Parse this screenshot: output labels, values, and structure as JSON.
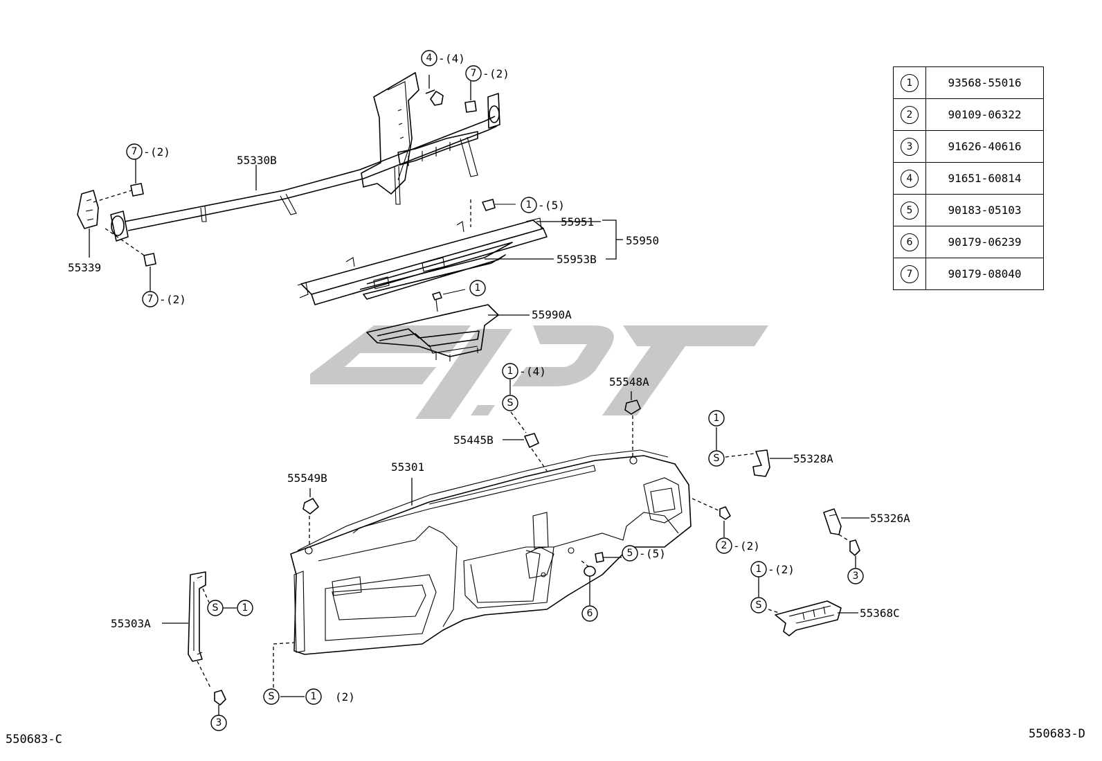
{
  "labels": {
    "l55330B": "55330B",
    "l55339": "55339",
    "l55951": "55951",
    "l55950": "55950",
    "l55953B": "55953B",
    "l55990A": "55990A",
    "l55548A": "55548A",
    "l55445B": "55445B",
    "l55328A": "55328A",
    "l55301": "55301",
    "l55549B": "55549B",
    "l55326A": "55326A",
    "l55303A": "55303A",
    "l55368C": "55368C"
  },
  "callouts": {
    "q4_4": "(4)",
    "q7_2a": "(2)",
    "q7_2b": "(2)",
    "q7_2c": "(2)",
    "q1_5": "(5)",
    "q1_4": "(4)",
    "q2_2": "(2)",
    "q5_5": "(5)",
    "q1_2a": "(2)",
    "q1_2b": "(2)",
    "n1": "1",
    "n2": "2",
    "n3": "3",
    "n4": "4",
    "n5": "5",
    "n6": "6",
    "n7": "7",
    "s": "S"
  },
  "legend": [
    {
      "key": "1",
      "part": "93568-55016"
    },
    {
      "key": "2",
      "part": "90109-06322"
    },
    {
      "key": "3",
      "part": "91626-40616"
    },
    {
      "key": "4",
      "part": "91651-60814"
    },
    {
      "key": "5",
      "part": "90183-05103"
    },
    {
      "key": "6",
      "part": "90179-06239"
    },
    {
      "key": "7",
      "part": "90179-08040"
    }
  ],
  "footer": {
    "left_code": "550683-C",
    "right_code": "550683-D"
  },
  "colors": {
    "watermark": "#c8c8c8",
    "line": "#000000"
  }
}
